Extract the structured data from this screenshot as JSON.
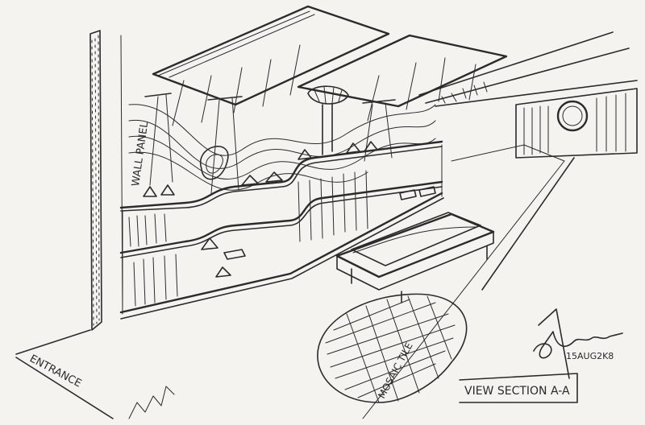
{
  "drawing": {
    "labels": {
      "wall_panel": "WALL PANEL",
      "entrance": "ENTRANCE",
      "mosaic_tile": "MOSAIC TILE",
      "view_section": "VIEW SECTION A-A",
      "signature_date": "15AUG2K8"
    },
    "colors": {
      "paper": "#f4f3ef",
      "ink": "#2b2b2b"
    }
  }
}
